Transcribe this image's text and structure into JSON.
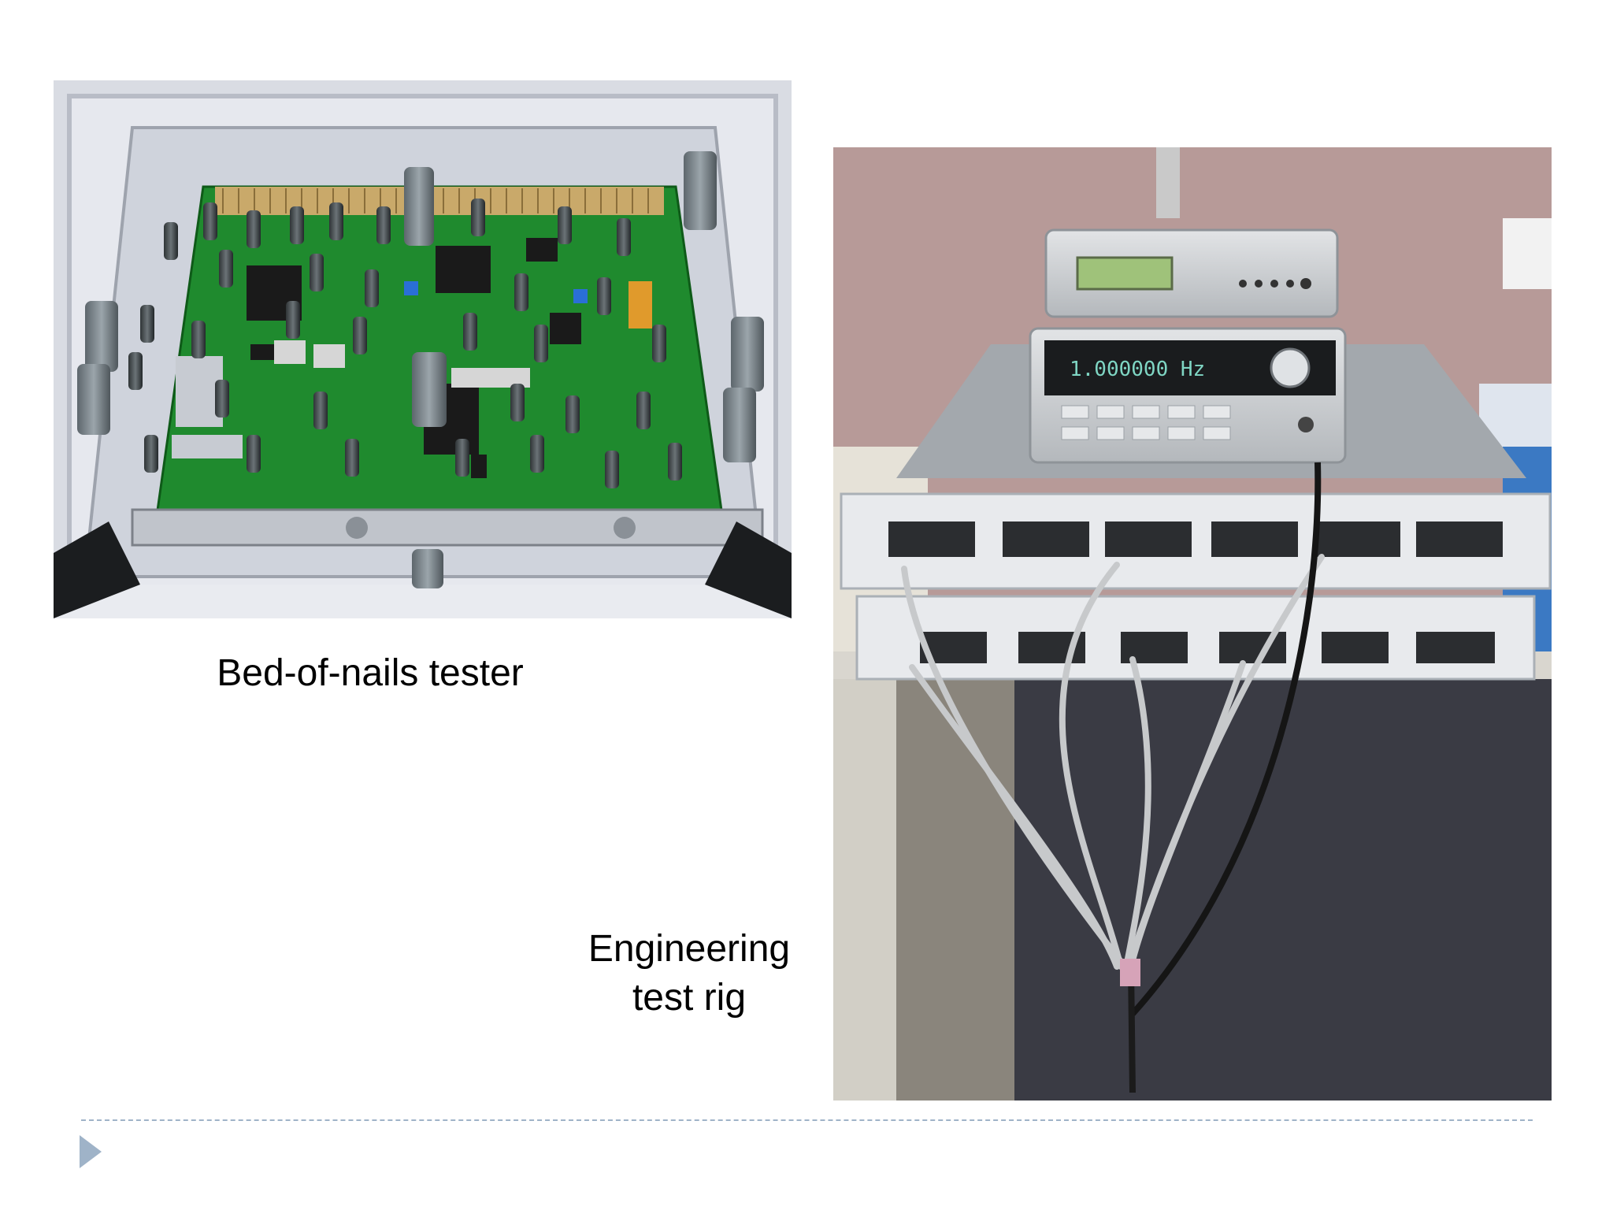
{
  "slide": {
    "captions": {
      "left": "Bed-of-nails tester",
      "right_line1": "Engineering",
      "right_line2": "test rig"
    }
  },
  "photos": {
    "left": {
      "subject": "bed-of-nails-fixture-with-green-pcb"
    },
    "right": {
      "subject": "rack-units-with-instruments-and-cables"
    }
  },
  "colors": {
    "pcb_green": "#1f8a2e",
    "footer_accent": "#9fb3c8",
    "wall_pink": "#b79a98",
    "carpet": "#3a3b44"
  },
  "icons": {
    "footer": "triangle-bullet-icon"
  }
}
